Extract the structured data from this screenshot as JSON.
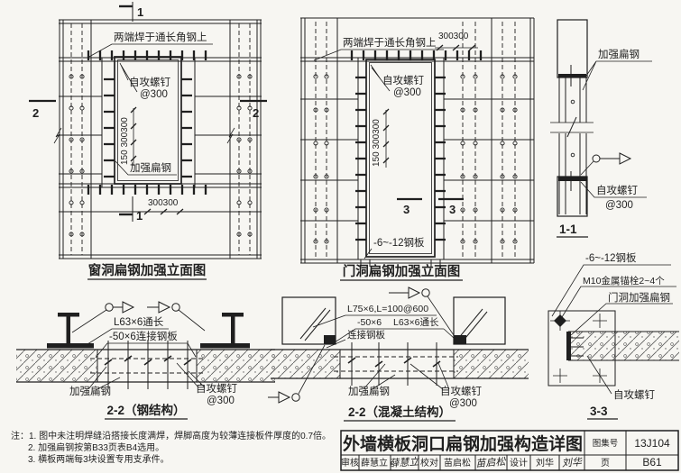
{
  "theme": {
    "paper": "#f7f6f2",
    "ink": "#1f1f1f",
    "hatch": "#5a5a5a"
  },
  "window_elevation": {
    "caption": "窗洞扁钢加强立面图",
    "weld_note": "两端焊于通长角钢上",
    "screw_label": "自攻螺钉",
    "screw_spacing": "@300",
    "flat_steel_label": "加强扁钢",
    "dim_vertical": "150 300300",
    "dim_bottom": "300300",
    "section_mark_top": "1",
    "section_mark_bottom": "1",
    "section_mark_left": "2",
    "section_mark_right": "2"
  },
  "door_elevation": {
    "caption": "门洞扁钢加强立面图",
    "weld_note": "两端焊于通长角钢上",
    "screw_label": "自攻螺钉",
    "screw_spacing": "@300",
    "dim_top": "300300",
    "dim_vertical": "150 300300",
    "plate_label": "-6~-12钢板",
    "section_mark_left": "3",
    "section_mark_right": "3"
  },
  "section_1_1": {
    "caption": "1-1",
    "flat_steel_label": "加强扁钢",
    "screw_label": "自攻螺钉",
    "screw_spacing": "@300"
  },
  "section_2_2_steel": {
    "caption": "2-2（钢结构）",
    "angle_label": "L63×6通长",
    "plate_label": "-50×6连接钢板",
    "flat_steel_label": "加强扁钢",
    "screw_label": "自攻螺钉",
    "screw_spacing": "@300"
  },
  "section_2_2_concrete": {
    "caption": "2-2（混凝土结构）",
    "anchor_label": "L75×6,L=100@600",
    "plate_label": "-50×6",
    "angle_label": "L63×6通长",
    "conn_plate_label": "连接钢板",
    "flat_steel_label": "加强扁钢",
    "screw_label": "自攻螺钉",
    "screw_spacing": "@300"
  },
  "section_3_3": {
    "caption": "3-3",
    "plate_label": "-6~-12钢板",
    "anchor_label": "M10金属锚栓2~4个",
    "flat_steel_label": "门洞加强扁钢",
    "screw_label": "自攻螺钉"
  },
  "notes": {
    "line1": "注：1. 图中未注明焊缝沿搭接长度满焊，焊脚高度为较薄连接板件厚度的0.7倍。",
    "line2": "2. 加强扁钢按第B33页表B4选用。",
    "line3": "3. 横板两端每3块设置专用支承件。"
  },
  "title_block": {
    "title": "外墙横板洞口扁钢加强构造详图",
    "atlas_label": "图集号",
    "atlas_number": "13J104",
    "page_label": "页",
    "page_number": "B61",
    "reviewer_label": "审核",
    "reviewer_name": "薛慧立",
    "reviewer_signature": "薛慧立",
    "checker_label": "校对",
    "checker_name": "苗启松",
    "checker_signature": "苗启松",
    "designer_label": "设计",
    "designer_name": "刘华",
    "designer_signature": "刘华"
  }
}
